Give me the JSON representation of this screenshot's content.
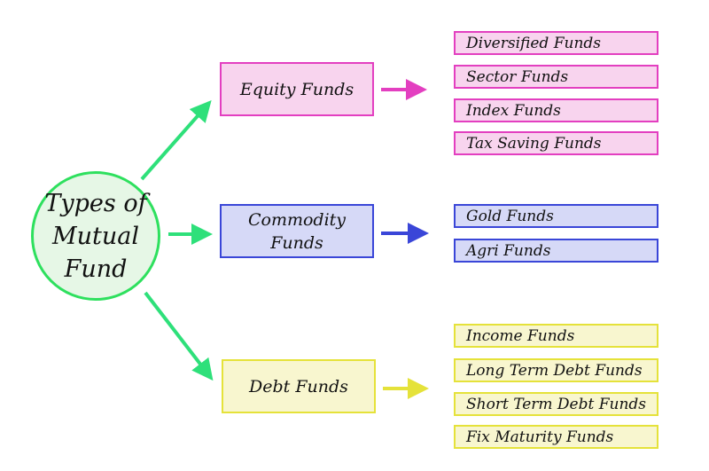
{
  "root": {
    "title": "Types of\nMutual\nFund"
  },
  "categories": [
    {
      "label": "Equity Funds",
      "color": "#e33fc0",
      "leaves": [
        "Diversified  Funds",
        "Sector  Funds",
        "Index  Funds",
        "Tax Saving  Funds"
      ]
    },
    {
      "label": "Commodity\nFunds",
      "color": "#3a46d8",
      "leaves": [
        "Gold  Funds",
        "Agri  Funds"
      ]
    },
    {
      "label": "Debt  Funds",
      "color": "#e5e23a",
      "leaves": [
        "Income  Funds",
        "Long Term Debt Funds",
        "Short Term Debt Funds",
        "Fix Maturity  Funds"
      ]
    }
  ],
  "connector_color": "#2ee07a"
}
